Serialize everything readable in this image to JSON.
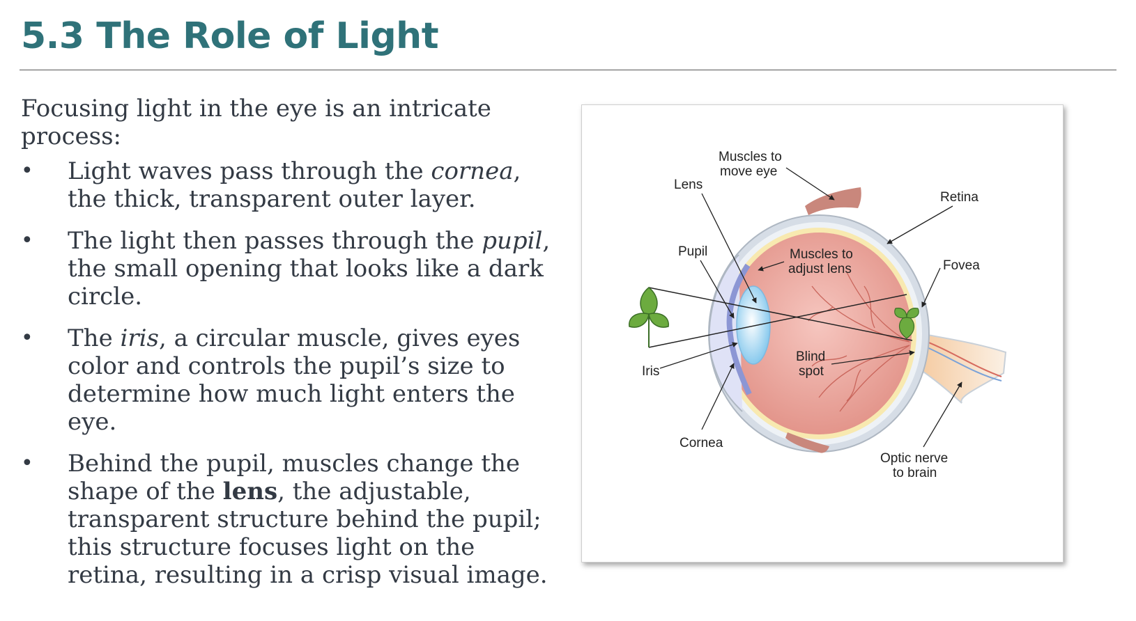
{
  "slide": {
    "title": "5.3 The Role of Light",
    "intro": "Focusing light in the eye is an intricate process:",
    "bullets": [
      {
        "pre": "Light waves pass through the ",
        "em": "cornea",
        "post": ", the thick, transparent outer layer."
      },
      {
        "pre": "The light then passes through the ",
        "em": "pupil",
        "post": ", the small opening that looks like a dark circle."
      },
      {
        "pre": "The ",
        "em": "iris",
        "post": ", a circular muscle, gives eyes color and controls the pupil’s size to determine how much light enters the eye."
      },
      {
        "pre": "Behind the pupil, muscles change the shape of the ",
        "strong": "lens",
        "post": ", the adjustable, transparent structure behind the pupil; this structure focuses light on the retina, resulting in a crisp visual image."
      }
    ],
    "bullet_glyph": "•"
  },
  "figure": {
    "labels": {
      "muscles_move_1": "Muscles to",
      "muscles_move_2": "move eye",
      "lens": "Lens",
      "retina": "Retina",
      "pupil": "Pupil",
      "muscles_adjust_1": "Muscles to",
      "muscles_adjust_2": "adjust lens",
      "fovea": "Fovea",
      "iris": "Iris",
      "blind_1": "Blind",
      "blind_2": "spot",
      "cornea": "Cornea",
      "optic_1": "Optic nerve",
      "optic_2": "to brain"
    },
    "icons": [
      "leaf-object-icon",
      "inverted-leaf-image-icon"
    ],
    "colors": {
      "title": "#2f7279",
      "body_text": "#333a44",
      "eyeball_interior": "#e8a9a0",
      "sclera_outer": "#d6dde6",
      "lens": "#bfe2f6",
      "muscle": "#c9877c",
      "leaf": "#6cab3f"
    }
  }
}
